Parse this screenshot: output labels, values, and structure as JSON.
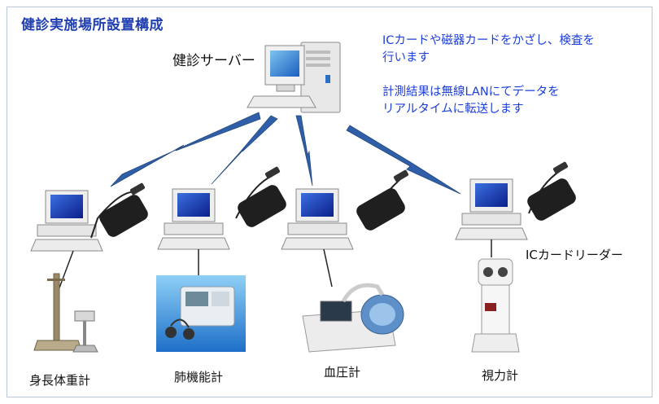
{
  "title": "健診実施場所設置構成",
  "server": {
    "label": "健診サーバー"
  },
  "notes": {
    "line1": "ICカードや磁器カードをかざし、検査を",
    "line2": "行います",
    "line3": "計測結果は無線LANにてデータを",
    "line4": "リアルタイムに転送します"
  },
  "reader_label": "ICカードリーダー",
  "devices": [
    {
      "label": "身長体重計"
    },
    {
      "label": "肺機能計"
    },
    {
      "label": "血圧計"
    },
    {
      "label": "視力計"
    }
  ]
}
